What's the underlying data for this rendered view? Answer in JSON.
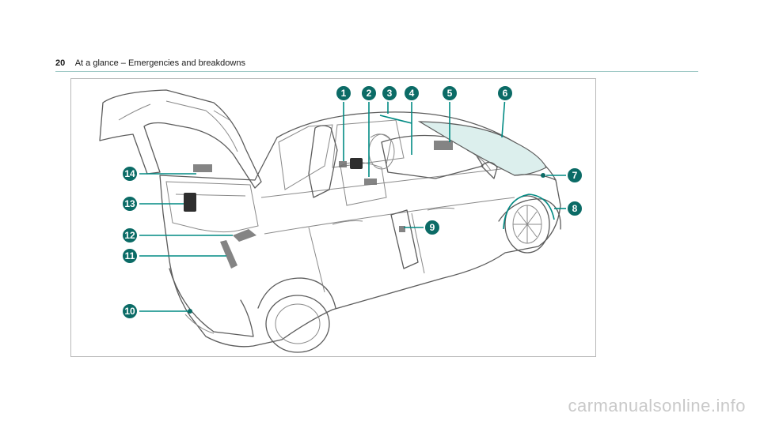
{
  "header": {
    "page_number": "20",
    "section_title": "At a glance – Emergencies and breakdowns"
  },
  "figure": {
    "callouts": [
      "1",
      "2",
      "3",
      "4",
      "5",
      "6",
      "7",
      "8",
      "9",
      "10",
      "11",
      "12",
      "13",
      "14"
    ]
  },
  "watermark": "carmanualsonline.info",
  "colors": {
    "accent": "#008a83",
    "marker_fill": "#0b6b66",
    "rule": "#9fc9c6"
  }
}
